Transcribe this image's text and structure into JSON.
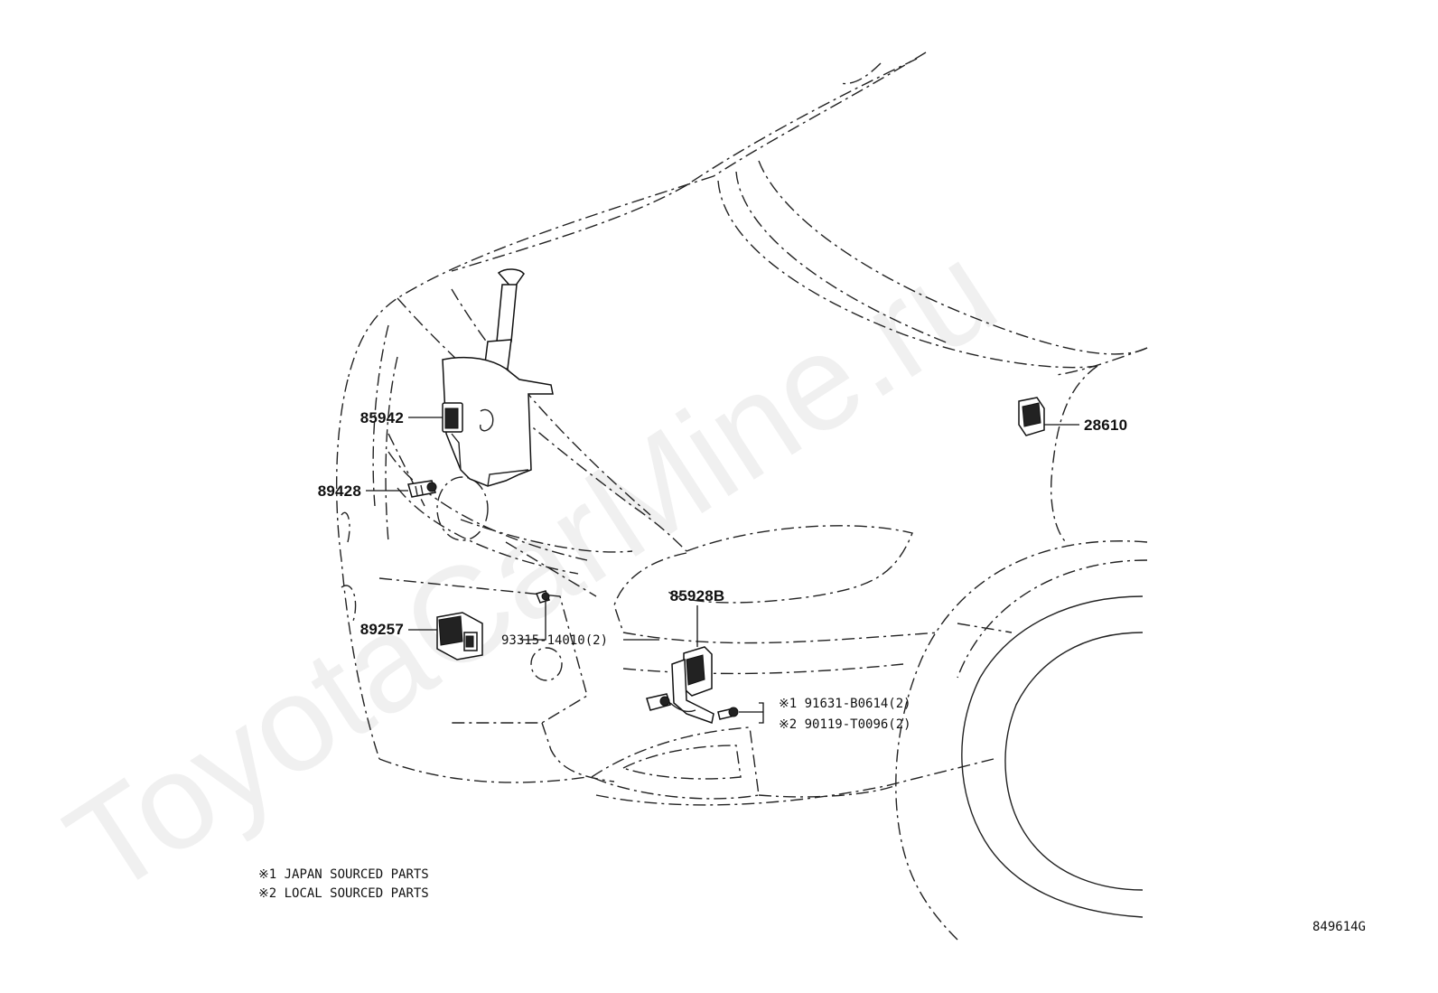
{
  "watermark": "ToyotaCarMine.ru",
  "callouts": {
    "p85942": "85942",
    "p89428": "89428",
    "p89257": "89257",
    "p93315": "93315-14010(2)",
    "p85928b": "85928B",
    "p28610": "28610",
    "p91631": "※1 91631-B0614(2)",
    "p90119": "※2 90119-T0096(2)"
  },
  "notes": {
    "note1": "※1 JAPAN SOURCED PARTS",
    "note2": "※2 LOCAL SOURCED PARTS"
  },
  "diagram_code": "849614G"
}
